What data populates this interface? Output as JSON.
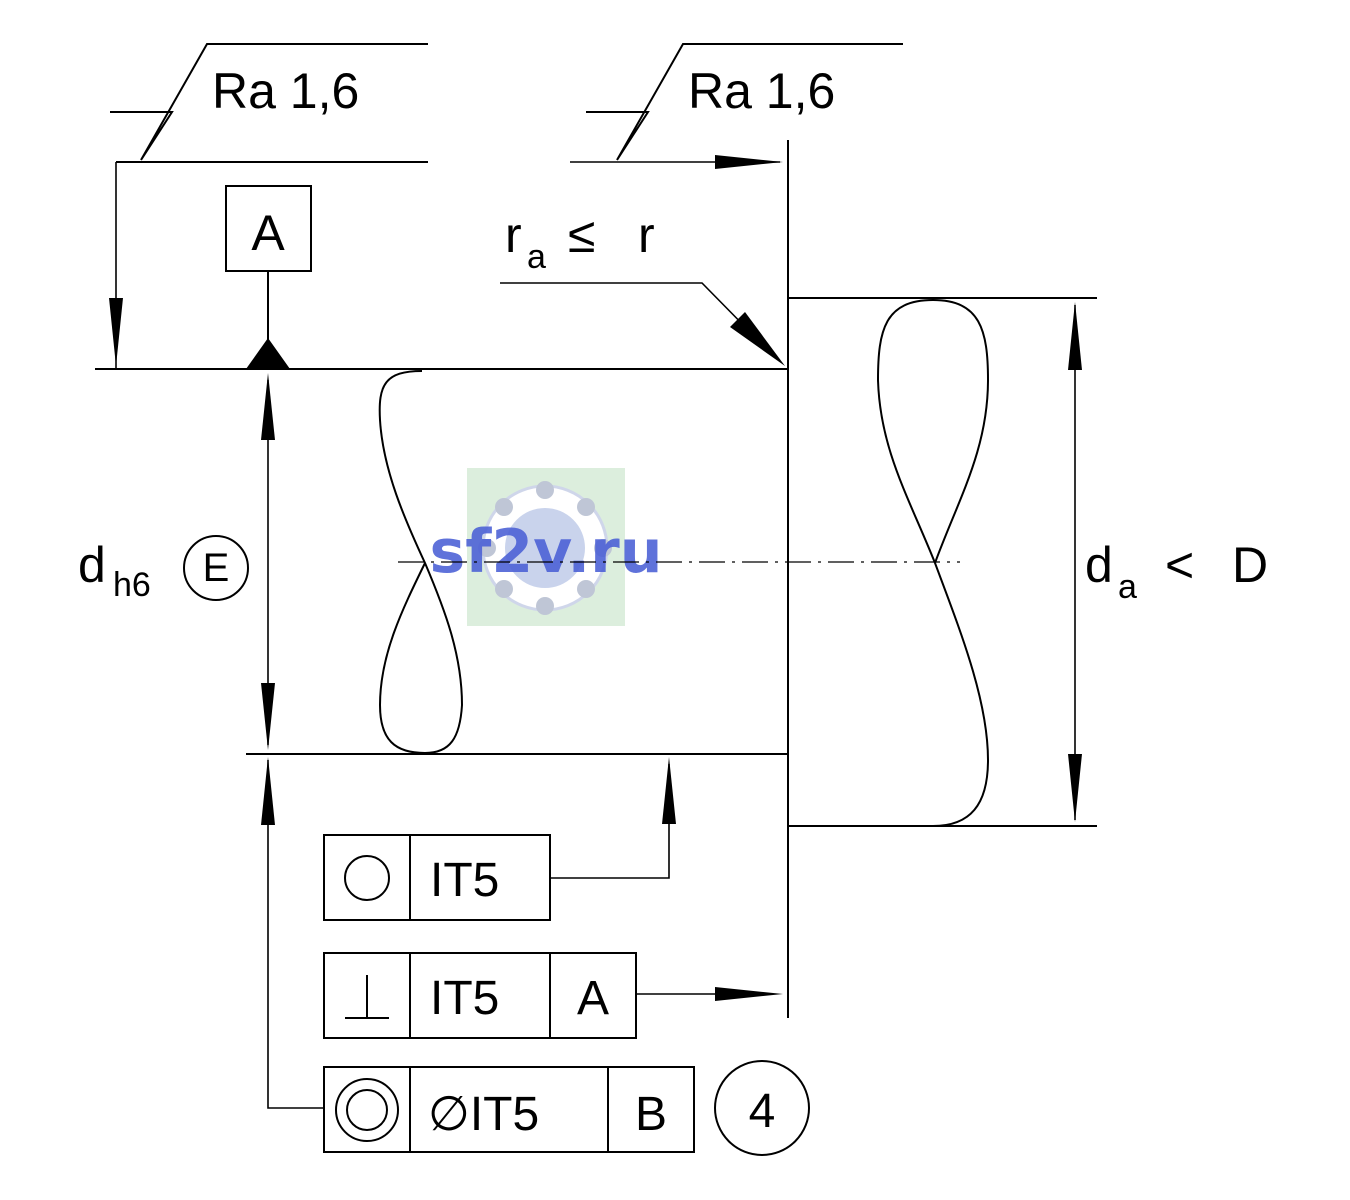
{
  "surface_finish": [
    {
      "label": "Ra 1,6"
    },
    {
      "label": "Ra 1,6"
    }
  ],
  "datum_a": {
    "letter": "A"
  },
  "fillet_note": {
    "main": "r",
    "sub": "a",
    "relation": "≤",
    "rhs": "r"
  },
  "shaft_diameter": {
    "main": "d",
    "sub": "h6",
    "envelope": "E"
  },
  "housing_diameter": {
    "main": "d",
    "sub": "a",
    "relation": "<",
    "rhs": "D"
  },
  "tolerance_frames": [
    {
      "symbol": "roundness",
      "value": "IT5",
      "datum": ""
    },
    {
      "symbol": "perpendicularity",
      "value": "IT5",
      "datum": "A"
    },
    {
      "symbol": "concentricity",
      "value": "∅IT5",
      "datum": "B"
    }
  ],
  "footnote_marker": "4",
  "watermark": {
    "text": "sf2v.ru",
    "colors": {
      "bg": "#dceedd",
      "ring": "#c9d3ec",
      "text": "#4a5fd6"
    }
  }
}
